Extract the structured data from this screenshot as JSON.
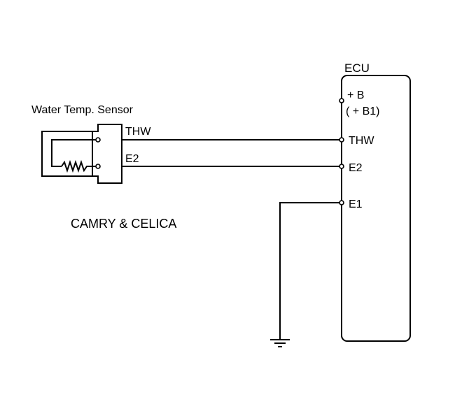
{
  "sensor": {
    "title": "Water Temp. Sensor",
    "pins": {
      "thw": "THW",
      "e2": "E2"
    }
  },
  "ecu": {
    "title": "ECU",
    "pins": {
      "b_line1": "+ B",
      "b_line2": "( + B1)",
      "thw": "THW",
      "e2": "E2",
      "e1": "E1"
    }
  },
  "model_label": "CAMRY & CELICA",
  "colors": {
    "line": "#000000",
    "background": "#ffffff"
  }
}
